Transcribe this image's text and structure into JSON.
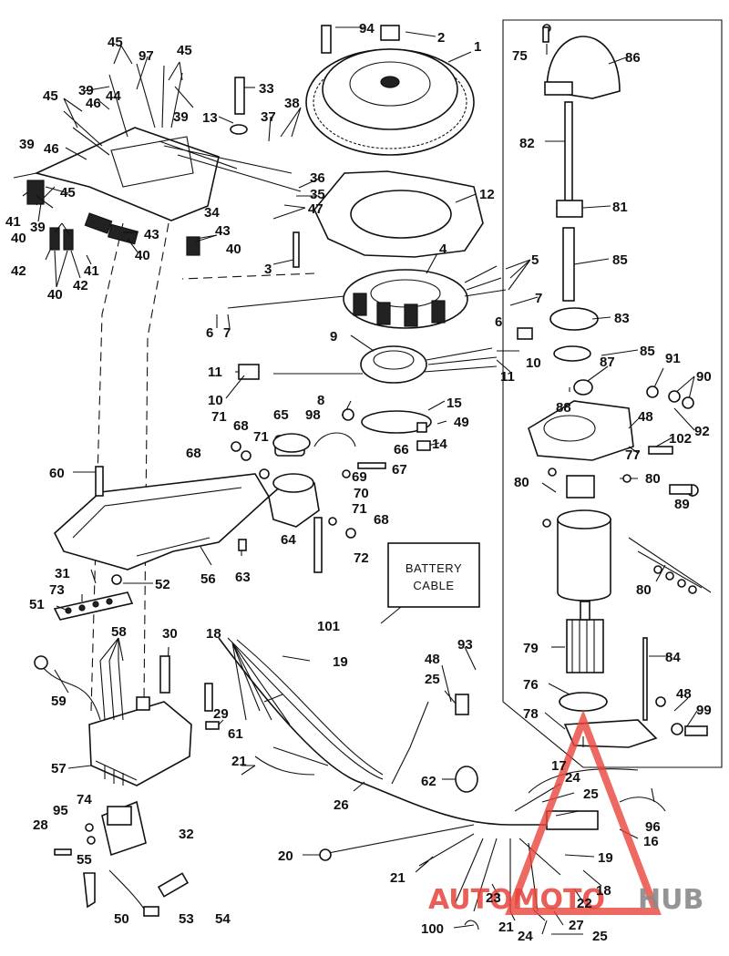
{
  "battery_cable_label": {
    "line1": "BATTERY",
    "line2": "CABLE"
  },
  "watermark": {
    "part1": "AUTOMOTO",
    "part2": "HUB",
    "color_red": "#e8433a",
    "color_grey": "#8a8a8a"
  },
  "callouts": {
    "c1": "1",
    "c2": "2",
    "c3": "3",
    "c4": "4",
    "c5": "5",
    "c6a": "6",
    "c6b": "6",
    "c7a": "7",
    "c7b": "7",
    "c8": "8",
    "c9": "9",
    "c10a": "10",
    "c10b": "10",
    "c11a": "11",
    "c11b": "11",
    "c12": "12",
    "c13": "13",
    "c14": "14",
    "c15": "15",
    "c16": "16",
    "c17": "17",
    "c18a": "18",
    "c18b": "18",
    "c19a": "19",
    "c19b": "19",
    "c20": "20",
    "c21a": "21",
    "c21b": "21",
    "c21c": "21",
    "c22": "22",
    "c23": "23",
    "c24a": "24",
    "c24b": "24",
    "c25a": "25",
    "c25b": "25",
    "c25c": "25",
    "c26": "26",
    "c27": "27",
    "c28": "28",
    "c29": "29",
    "c30": "30",
    "c31": "31",
    "c32": "32",
    "c33": "33",
    "c34": "34",
    "c35": "35",
    "c36": "36",
    "c37": "37",
    "c38": "38",
    "c39a": "39",
    "c39b": "39",
    "c39c": "39",
    "c39d": "39",
    "c40a": "40",
    "c40b": "40",
    "c40c": "40",
    "c40d": "40",
    "c41a": "41",
    "c41b": "41",
    "c42a": "42",
    "c42b": "42",
    "c43a": "43",
    "c43b": "43",
    "c44": "44",
    "c45a": "45",
    "c45b": "45",
    "c45c": "45",
    "c45d": "45",
    "c46a": "46",
    "c46b": "46",
    "c47": "47",
    "c48a": "48",
    "c48b": "48",
    "c48c": "48",
    "c49": "49",
    "c50": "50",
    "c51": "51",
    "c52": "52",
    "c53": "53",
    "c54": "54",
    "c55": "55",
    "c56": "56",
    "c57": "57",
    "c58": "58",
    "c59": "59",
    "c60": "60",
    "c61": "61",
    "c62": "62",
    "c63": "63",
    "c64": "64",
    "c65": "65",
    "c66": "66",
    "c67": "67",
    "c68a": "68",
    "c68b": "68",
    "c68c": "68",
    "c69": "69",
    "c70": "70",
    "c71a": "71",
    "c71b": "71",
    "c71c": "71",
    "c72": "72",
    "c73": "73",
    "c74": "74",
    "c75": "75",
    "c76": "76",
    "c77": "77",
    "c78": "78",
    "c79": "79",
    "c80a": "80",
    "c80b": "80",
    "c80c": "80",
    "c81": "81",
    "c82": "82",
    "c83": "83",
    "c84": "84",
    "c85a": "85",
    "c85b": "85",
    "c86": "86",
    "c87": "87",
    "c88": "88",
    "c89": "89",
    "c90": "90",
    "c91": "91",
    "c92": "92",
    "c93": "93",
    "c94": "94",
    "c95": "95",
    "c96": "96",
    "c97": "97",
    "c98": "98",
    "c99": "99",
    "c100": "100",
    "c101": "101",
    "c102": "102"
  }
}
